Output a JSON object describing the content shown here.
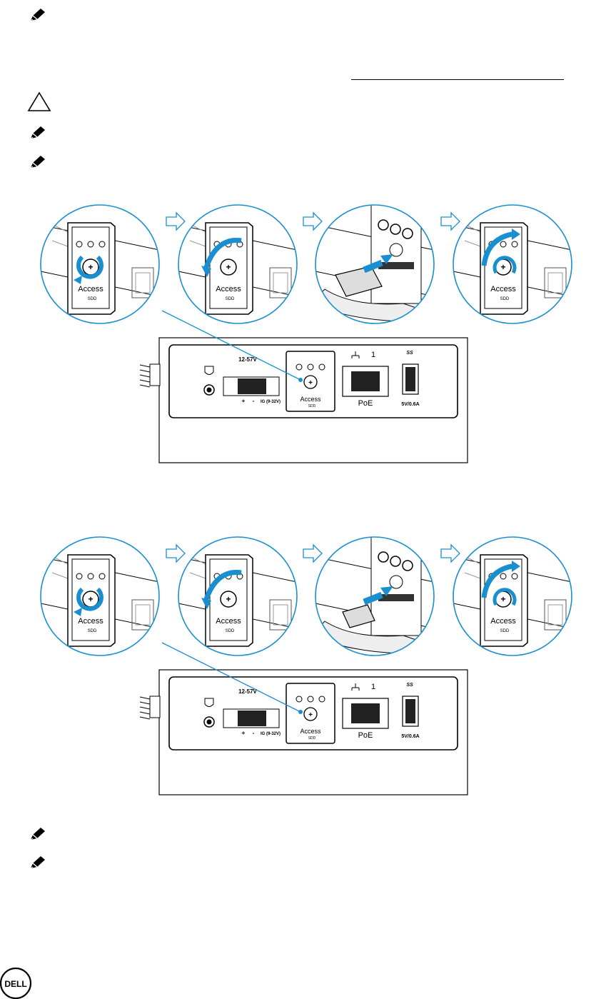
{
  "notes": {
    "note_icon": "pencil-note-icon",
    "caution_icon": "caution-triangle-icon"
  },
  "panel": {
    "power_input_label": "12-57V",
    "terminal_plus": "+",
    "terminal_minus": "-",
    "terminal_ig": "IG (9-32V)",
    "access_label": "Access",
    "sdd_label": "SDD",
    "port_number": "1",
    "poe_label": "PoE",
    "usb_rating": "5V/0.6A",
    "usb_logo": "SS"
  },
  "figures": [
    {
      "name": "sd-card-installation",
      "card_type": "SD"
    },
    {
      "name": "microsd-card-installation",
      "card_type": "microSD"
    }
  ],
  "footer": {
    "logo_text": "DELL"
  },
  "colors": {
    "accent": "#1a8fd0",
    "line": "#1a8fd0",
    "ink": "#000000"
  }
}
